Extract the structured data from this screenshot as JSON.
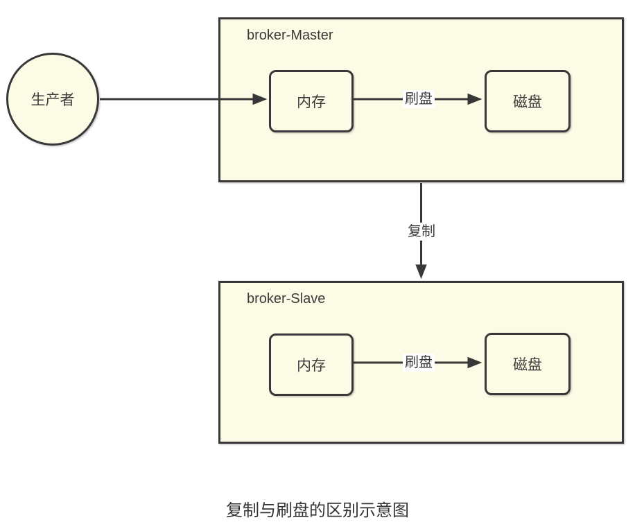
{
  "diagram": {
    "producer": {
      "label": "生产者"
    },
    "master": {
      "title": "broker-Master",
      "memory_label": "内存",
      "disk_label": "磁盘",
      "flush_label": "刷盘"
    },
    "replicate_label": "复制",
    "slave": {
      "title": "broker-Slave",
      "memory_label": "内存",
      "disk_label": "磁盘",
      "flush_label": "刷盘"
    },
    "caption": "复制与刷盘的区别示意图",
    "colors": {
      "node_fill": "#FCFCE6",
      "stroke": "#383838",
      "text": "#3B3B3B",
      "edge_label_bg": "#FFFFFF",
      "canvas_bg": "#FFFFFF"
    }
  }
}
